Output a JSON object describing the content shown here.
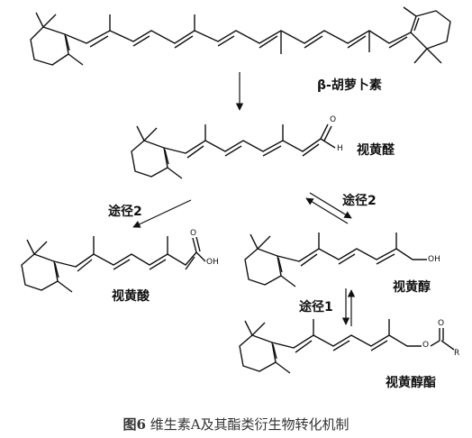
{
  "labels": {
    "beta_carotene": "β-胡萝卜素",
    "retinal": "视黄醛",
    "retinoic_acid": "视黄酸",
    "retinol": "视黄醇",
    "retinyl_ester": "视黄醇酯",
    "path2_left": "途径2",
    "path2_right": "途径2",
    "path1": "途径1"
  },
  "atoms": {
    "aldehyde_O": "O",
    "aldehyde_H": "H",
    "acid_OH": "OH",
    "acid_O": "O",
    "alcohol_OH": "OH",
    "ester_O1": "O",
    "ester_O2": "O",
    "ester_R": "R"
  },
  "caption": {
    "fig": "图6",
    "text": "维生素A及其酯类衍生物转化机制"
  },
  "colors": {
    "line": "#111111",
    "caption": "#333333"
  }
}
